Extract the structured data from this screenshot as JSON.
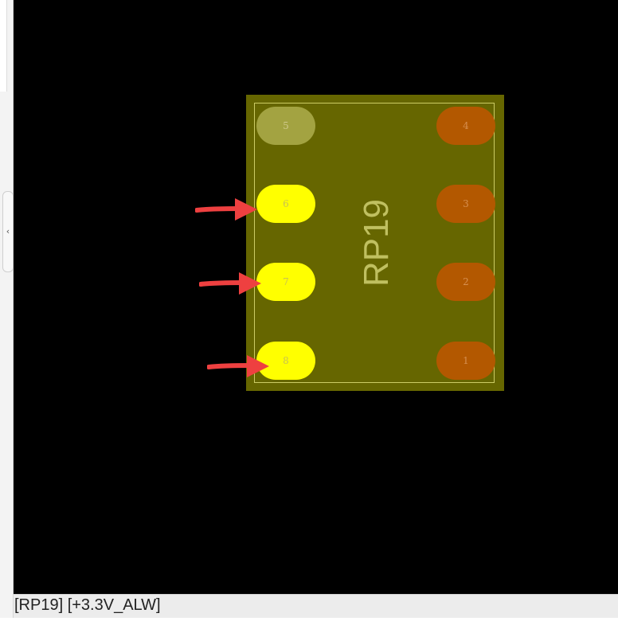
{
  "sidebar": {
    "collapse_glyph": "‹",
    "collapse_icon": "chevron-left-icon"
  },
  "component": {
    "designator": "RP19",
    "pads": [
      {
        "number": "5",
        "state": "dim"
      },
      {
        "number": "4",
        "state": "copper"
      },
      {
        "number": "6",
        "state": "selected"
      },
      {
        "number": "3",
        "state": "copper"
      },
      {
        "number": "7",
        "state": "selected"
      },
      {
        "number": "2",
        "state": "copper"
      },
      {
        "number": "8",
        "state": "selected"
      },
      {
        "number": "1",
        "state": "copper"
      }
    ]
  },
  "annotations": {
    "arrow_color": "#ee4040",
    "arrow_icon": "red-arrow-icon"
  },
  "colors": {
    "canvas": "#000000",
    "component_body": "#666600",
    "selected_pad": "#ffff00",
    "unselected_pad": "#b35800",
    "dim_pad": "#a3a341"
  },
  "status": {
    "text": "[RP19] [+3.3V_ALW]"
  }
}
